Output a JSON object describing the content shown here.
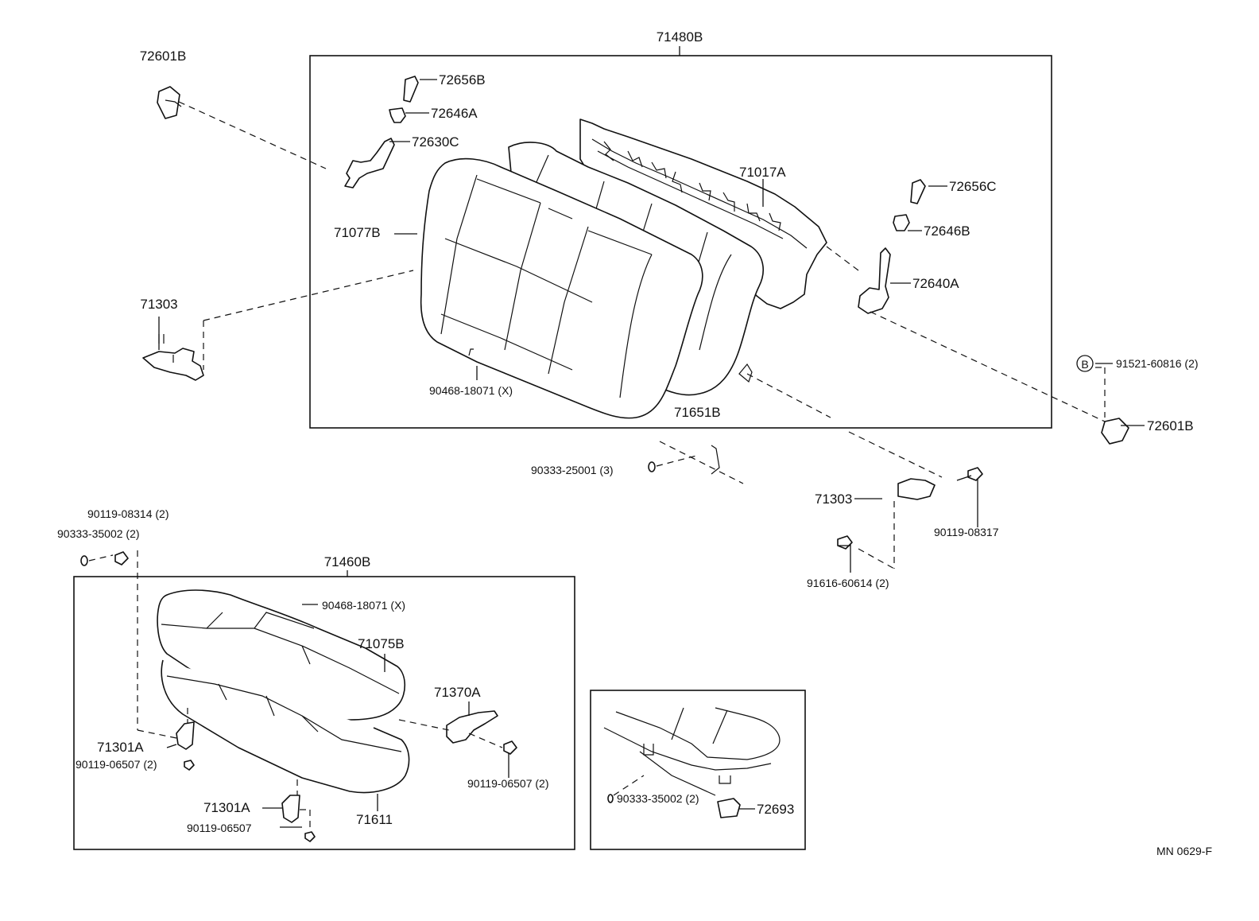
{
  "labels": {
    "p71480B": "71480B",
    "p72601B_tl": "72601B",
    "p72656B": "72656B",
    "p72646A": "72646A",
    "p72630C": "72630C",
    "p71017A": "71017A",
    "p72656C": "72656C",
    "p72646B": "72646B",
    "p72640A": "72640A",
    "p71077B": "71077B",
    "p71303_l": "71303",
    "p90468_top": "90468-18071 (X)",
    "p71651B": "71651B",
    "p91521": "91521-60816 (2)",
    "p72601B_r": "72601B",
    "p90333_25001": "90333-25001 (3)",
    "p71303_r": "71303",
    "p90119_08317": "90119-08317",
    "p91616": "91616-60614 (2)",
    "p90119_08314": "90119-08314 (2)",
    "p90333_35002_tl": "90333-35002 (2)",
    "p71460B": "71460B",
    "p90468_bottom": "90468-18071 (X)",
    "p71075B": "71075B",
    "p71370A": "71370A",
    "p71301A_1": "71301A",
    "p90119_06507_a": "90119-06507 (2)",
    "p90119_06507_b": "90119-06507 (2)",
    "p71301A_2": "71301A",
    "p90119_06507_c": "90119-06507",
    "p71611": "71611",
    "p90333_35002_inset": "90333-35002 (2)",
    "p72693": "72693",
    "circle_B": "B",
    "mn_code": "MN 0629-F"
  }
}
